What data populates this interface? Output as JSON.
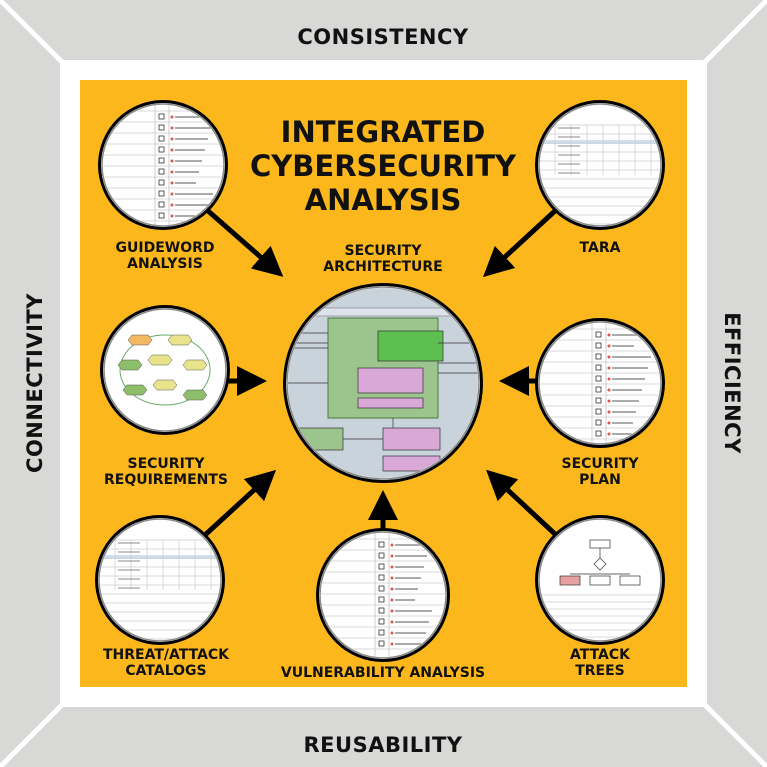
{
  "frame": {
    "top": "CONSISTENCY",
    "left": "CONNECTIVITY",
    "right": "EFFICIENCY",
    "bottom": "REUSABILITY"
  },
  "title": [
    "INTEGRATED",
    "CYBERSECURITY",
    "ANALYSIS"
  ],
  "nodes": {
    "guideword": [
      "GUIDEWORD",
      "ANALYSIS"
    ],
    "tara": [
      "TARA"
    ],
    "security_architecture": [
      "SECURITY",
      "ARCHITECTURE"
    ],
    "security_requirements": [
      "SECURITY",
      "REQUIREMENTS"
    ],
    "security_plan": [
      "SECURITY",
      "PLAN"
    ],
    "threat_catalogs": [
      "THREAT/ATTACK",
      "CATALOGS"
    ],
    "vulnerability": [
      "VULNERABILITY ANALYSIS"
    ],
    "attack_trees": [
      "ATTACK",
      "TREES"
    ]
  },
  "colors": {
    "panel": "#fbb71c",
    "frame": "#d8d8d6",
    "arrow": "#000000",
    "arch_green": "#5cbf4f",
    "arch_pink": "#d9a8d6"
  }
}
